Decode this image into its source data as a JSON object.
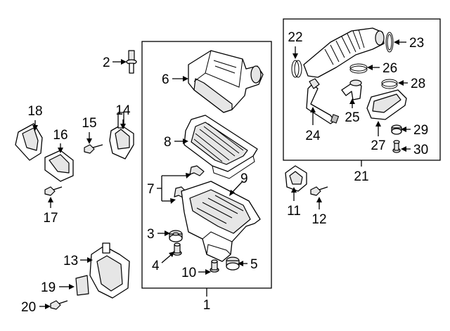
{
  "callouts": [
    {
      "key": "c1",
      "text": "1"
    },
    {
      "key": "c2",
      "text": "2"
    },
    {
      "key": "c3",
      "text": "3"
    },
    {
      "key": "c4",
      "text": "4"
    },
    {
      "key": "c5",
      "text": "5"
    },
    {
      "key": "c6",
      "text": "6"
    },
    {
      "key": "c7",
      "text": "7"
    },
    {
      "key": "c8",
      "text": "8"
    },
    {
      "key": "c9",
      "text": "9"
    },
    {
      "key": "c10",
      "text": "10"
    },
    {
      "key": "c11",
      "text": "11"
    },
    {
      "key": "c12",
      "text": "12"
    },
    {
      "key": "c13",
      "text": "13"
    },
    {
      "key": "c14",
      "text": "14"
    },
    {
      "key": "c15",
      "text": "15"
    },
    {
      "key": "c16",
      "text": "16"
    },
    {
      "key": "c17",
      "text": "17"
    },
    {
      "key": "c18",
      "text": "18"
    },
    {
      "key": "c19",
      "text": "19"
    },
    {
      "key": "c20",
      "text": "20"
    },
    {
      "key": "c21",
      "text": "21"
    },
    {
      "key": "c22",
      "text": "22"
    },
    {
      "key": "c23",
      "text": "23"
    },
    {
      "key": "c24",
      "text": "24"
    },
    {
      "key": "c25",
      "text": "25"
    },
    {
      "key": "c26",
      "text": "26"
    },
    {
      "key": "c27",
      "text": "27"
    },
    {
      "key": "c28",
      "text": "28"
    },
    {
      "key": "c29",
      "text": "29"
    },
    {
      "key": "c30",
      "text": "30"
    }
  ]
}
